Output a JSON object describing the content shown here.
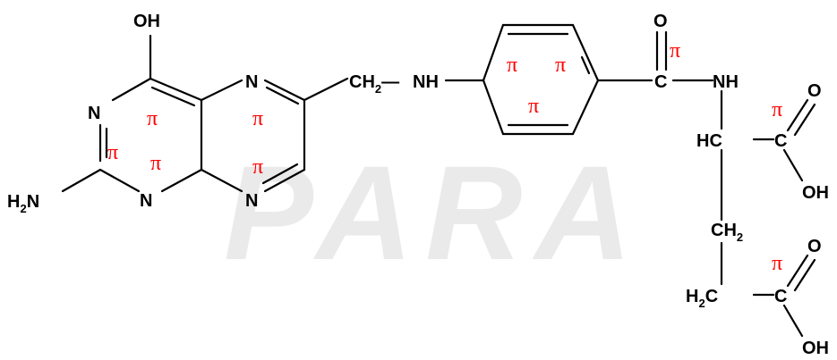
{
  "watermark": {
    "text": "PARA",
    "color": "#d9d9d9"
  },
  "colors": {
    "bond": "#000000",
    "pi": "#ff0000",
    "background": "#ffffff"
  },
  "pi_symbol": "π",
  "atoms": {
    "oh_top": "OH",
    "n1": "N",
    "n3": "N",
    "n5": "N",
    "n8": "N",
    "amine_h": "H",
    "amine_n": "N",
    "amine_sub": "2",
    "ch2_c": "CH",
    "ch2_sub": "2",
    "ch2_dash": "—",
    "nh_link": "NH",
    "carbonyl_o": "O",
    "carbonyl_c": "C",
    "amide_nh": "NH",
    "alpha_hc": "HC",
    "acid1_c": "C",
    "acid1_o": "O",
    "acid1_oh": "OH",
    "beta_ch": "CH",
    "beta_sub": "2",
    "gamma_h": "H",
    "gamma_sub": "2",
    "gamma_c": "C",
    "acid2_c": "C",
    "acid2_o": "O",
    "acid2_oh": "OH"
  }
}
